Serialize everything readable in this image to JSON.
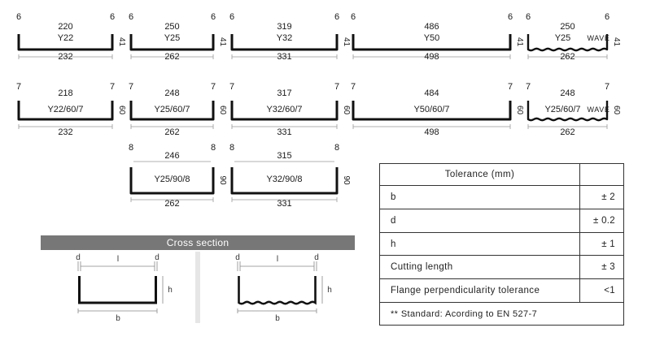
{
  "profiles": {
    "rows": [
      {
        "side": "6",
        "items": [
          {
            "model": "Y22",
            "inner": "220",
            "outer": "232",
            "height": "41",
            "wave": false
          },
          {
            "model": "Y25",
            "inner": "250",
            "outer": "262",
            "height": "41",
            "wave": false
          },
          {
            "model": "Y32",
            "inner": "319",
            "outer": "331",
            "height": "41",
            "wave": false
          },
          {
            "model": "Y50",
            "inner": "486",
            "outer": "498",
            "height": "41",
            "wave": false
          },
          {
            "model": "Y25",
            "inner": "250",
            "outer": "262",
            "height": "41",
            "wave": true,
            "wave_label": "WAVE"
          }
        ]
      },
      {
        "side": "7",
        "items": [
          {
            "model": "Y22/60/7",
            "inner": "218",
            "outer": "232",
            "height": "60",
            "wave": false
          },
          {
            "model": "Y25/60/7",
            "inner": "248",
            "outer": "262",
            "height": "60",
            "wave": false
          },
          {
            "model": "Y32/60/7",
            "inner": "317",
            "outer": "331",
            "height": "60",
            "wave": false
          },
          {
            "model": "Y50/60/7",
            "inner": "484",
            "outer": "498",
            "height": "60",
            "wave": false
          },
          {
            "model": "Y25/60/7",
            "inner": "248",
            "outer": "262",
            "height": "60",
            "wave": true,
            "wave_label": "WAVE"
          }
        ]
      },
      {
        "side": "8",
        "items": [
          {
            "model": "Y25/90/8",
            "inner": "246",
            "outer": "262",
            "height": "90",
            "wave": false
          },
          {
            "model": "Y32/90/8",
            "inner": "315",
            "outer": "331",
            "height": "90",
            "wave": false
          }
        ]
      }
    ]
  },
  "cross_section": {
    "title": "Cross section",
    "labels": {
      "d": "d",
      "l": "l",
      "h": "h",
      "b": "b"
    }
  },
  "tolerance": {
    "header": "Tolerance (mm)",
    "rows": [
      {
        "label": "b",
        "value": "± 2"
      },
      {
        "label": "d",
        "value": "± 0.2"
      },
      {
        "label": "h",
        "value": "± 1"
      },
      {
        "label": "Cutting length",
        "value": "± 3"
      },
      {
        "label": "Flange perpendicularity tolerance",
        "value": "<1"
      }
    ],
    "note": "** Standard: Acording to EN 527-7"
  }
}
